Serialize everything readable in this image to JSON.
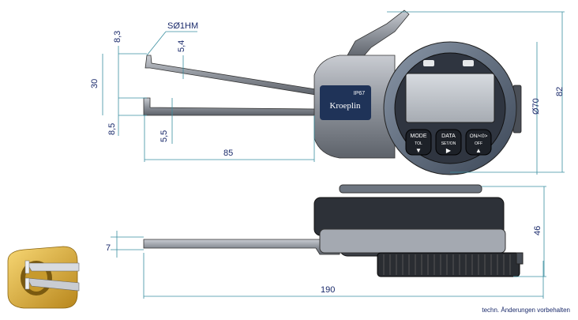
{
  "dimensions": {
    "tip": "SØ1HM",
    "d_8_3": "8,3",
    "d_5_4": "5,4",
    "d_30": "30",
    "d_8_5": "8,5",
    "d_5_5": "5,5",
    "d_85": "85",
    "d_70": "Ø70",
    "d_82": "82",
    "d_7": "7",
    "d_46": "46",
    "d_190": "190"
  },
  "gauge": {
    "brand": "Kroeplin",
    "ip_rating": "IP67",
    "buttons": [
      {
        "top": "MODE",
        "sub": "TOL"
      },
      {
        "top": "DATA",
        "sub": "SET/ON"
      },
      {
        "top": "ON/<0>",
        "sub": "OFF"
      }
    ]
  },
  "footer_note": "techn. Änderungen vorbehalten",
  "colors": {
    "dimension_text": "#1a2a6b",
    "dimension_line": "#3a8fa0",
    "body_navy": "#1f3358"
  }
}
